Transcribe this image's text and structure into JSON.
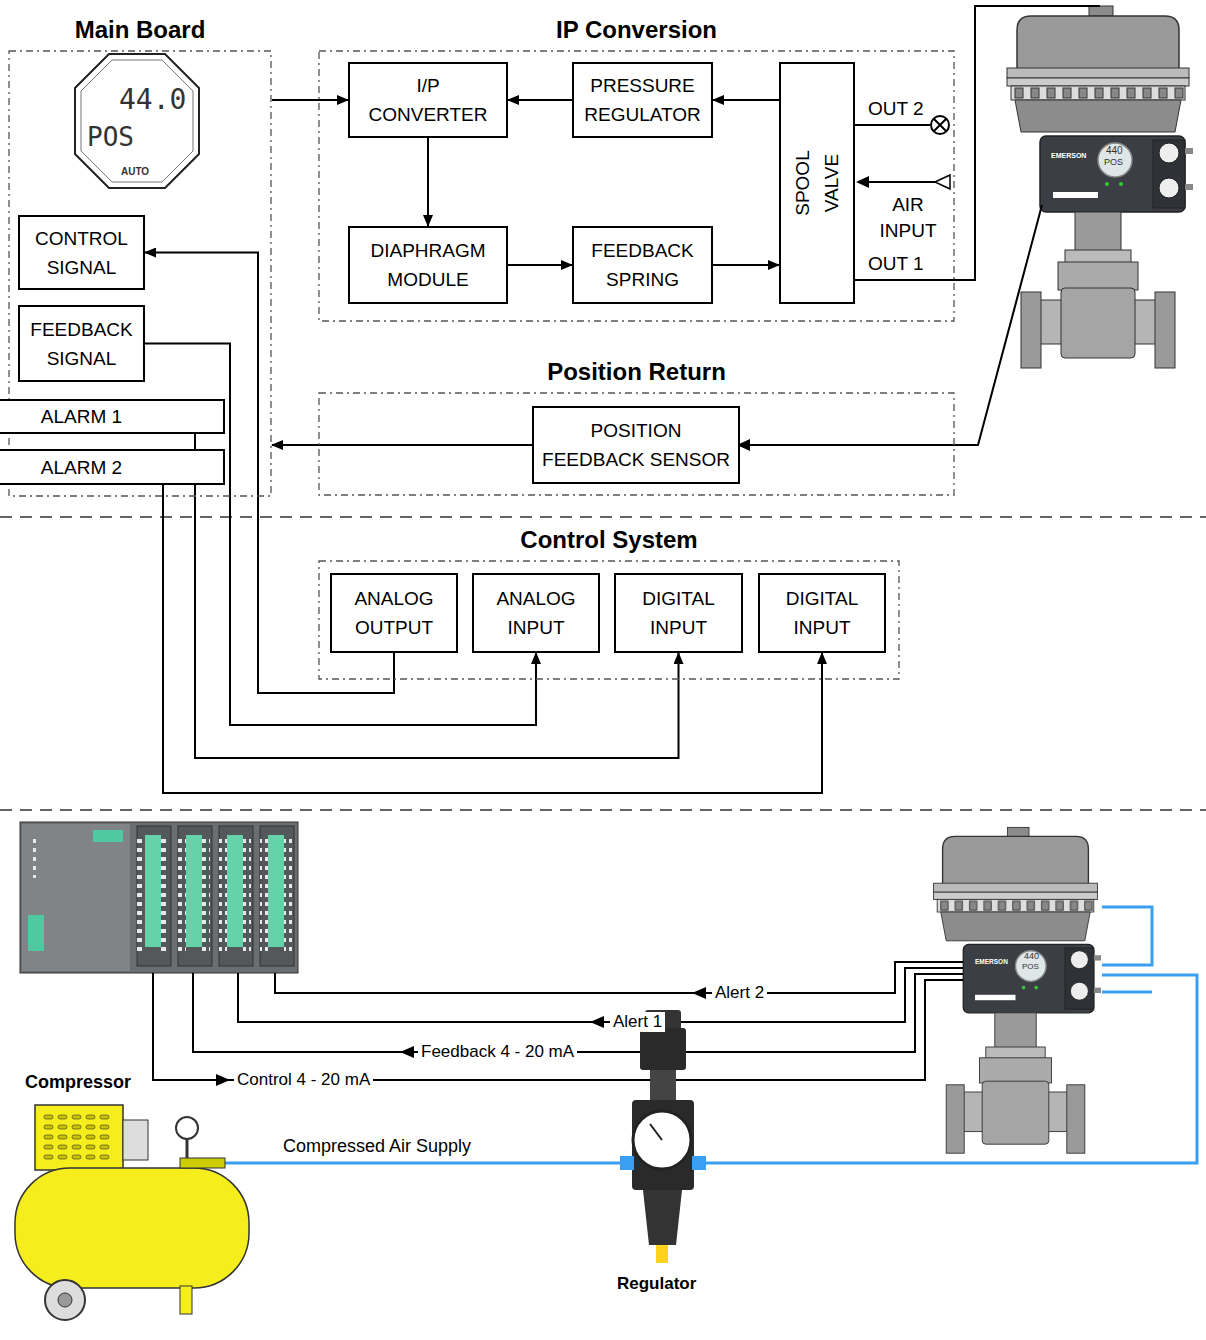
{
  "diagram": {
    "nodes": [
      {
        "text": [
          "Main Board"
        ]
      },
      {
        "text": [
          "44.0",
          "POS",
          "AUTO"
        ],
        "in": 0
      },
      {
        "text": [
          "CONTROL SIGNAL"
        ],
        "in": 0
      },
      {
        "text": [
          "FEEDBACK SIGNAL"
        ],
        "in": 0
      },
      {
        "text": [
          "ALARM 1"
        ],
        "in": 0
      },
      {
        "text": [
          "ALARM 2"
        ],
        "in": 0
      },
      {
        "text": [
          "IP Conversion"
        ]
      },
      {
        "text": [
          "I/P CONVERTER"
        ],
        "in": 6
      },
      {
        "text": [
          "PRESSURE REGULATOR"
        ],
        "in": 6
      },
      {
        "text": [
          "SPOOL VALVE"
        ],
        "in": 6
      },
      {
        "text": [
          "DIAPHRAGM MODULE"
        ],
        "in": 6
      },
      {
        "text": [
          "FEEDBACK SPRING"
        ],
        "in": 6
      },
      {
        "text": [
          "Position Return"
        ]
      },
      {
        "text": [
          "POSITION FEEDBACK SENSOR"
        ],
        "in": 12
      },
      {
        "text": [
          "Control System"
        ]
      },
      {
        "text": [
          "ANALOG OUTPUT"
        ],
        "in": 14
      },
      {
        "text": [
          "ANALOG INPUT"
        ],
        "in": 14
      },
      {
        "text": [
          "DIGITAL INPUT"
        ],
        "in": 14
      },
      {
        "text": [
          "DIGITAL INPUT"
        ],
        "in": 14
      }
    ],
    "edges": [
      {
        "from": 0,
        "to": 7,
        "arrow": "to"
      },
      {
        "from": 8,
        "to": 7,
        "arrow": "to"
      },
      {
        "from": 9,
        "to": 8,
        "arrow": "to"
      },
      {
        "from": 7,
        "to": 10,
        "arrow": "to"
      },
      {
        "from": 10,
        "to": 11,
        "arrow": "to"
      },
      {
        "from": 11,
        "to": 9,
        "arrow": "to"
      },
      {
        "from": 13,
        "to": 0,
        "arrow": "to"
      },
      {
        "from": 15,
        "to": 2,
        "arrow": "to"
      },
      {
        "from": 3,
        "to": 16,
        "arrow": "to"
      },
      {
        "from": 4,
        "to": 17,
        "arrow": "to"
      },
      {
        "from": 5,
        "to": 18,
        "arrow": "to"
      }
    ],
    "labels": [
      "OUT 2",
      "AIR INPUT",
      "OUT 1",
      "EMERSON",
      "440",
      "POS",
      "EMERSON",
      "440",
      "POS",
      "Alert 2",
      "Alert 1",
      "Feedback 4 - 20 mA",
      "Control 4 - 20 mA",
      "Compressor",
      "Compressed Air Supply",
      "Regulator"
    ]
  }
}
